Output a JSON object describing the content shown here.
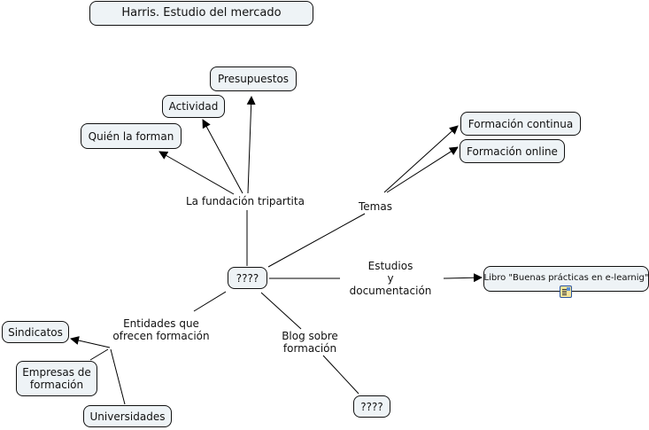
{
  "title": "Harris. Estudio del mercado",
  "center": "????",
  "linking_phrases": {
    "fundacion": "La fundación tripartita",
    "temas": "Temas",
    "estudios_1": "Estudios",
    "estudios_2": "y",
    "estudios_3": "documentación",
    "entidades_1": "Entidades que",
    "entidades_2": "ofrecen formación",
    "blog_1": "Blog sobre",
    "blog_2": "formación"
  },
  "concepts": {
    "presupuestos": "Presupuestos",
    "actividad": "Actividad",
    "quien": "Quién la forman",
    "formacion_continua": "Formación continua",
    "formacion_online": "Formación online",
    "libro": "Libro \"Buenas prácticas en e-learnig\"",
    "sindicatos": "Sindicatos",
    "empresas_1": "Empresas de",
    "empresas_2": "formación",
    "universidades": "Universidades",
    "blog_target": "????"
  },
  "resource_icon": "document-icon"
}
